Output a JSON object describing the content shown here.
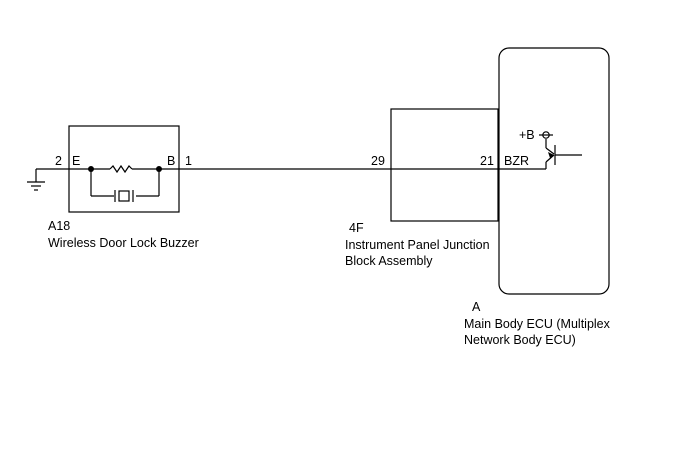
{
  "buzzer": {
    "code": "A18",
    "name": "Wireless Door Lock Buzzer",
    "pin_left_number": "2",
    "pin_left_name": "E",
    "pin_right_name": "B",
    "pin_right_number": "1"
  },
  "junction_block": {
    "code": "4F",
    "name_line1": "Instrument Panel Junction",
    "name_line2": "Block Assembly",
    "pin_left": "29",
    "pin_right": "21"
  },
  "ecu": {
    "code": "A",
    "name_line1": "Main Body ECU (Multiplex",
    "name_line2": "Network Body ECU)",
    "pin_name": "BZR",
    "supply_label": "+B"
  },
  "icons": {
    "ground": "ground-symbol-icon",
    "resistor": "resistor-icon",
    "piezo": "piezo-buzzer-icon",
    "transistor": "transistor-icon"
  }
}
